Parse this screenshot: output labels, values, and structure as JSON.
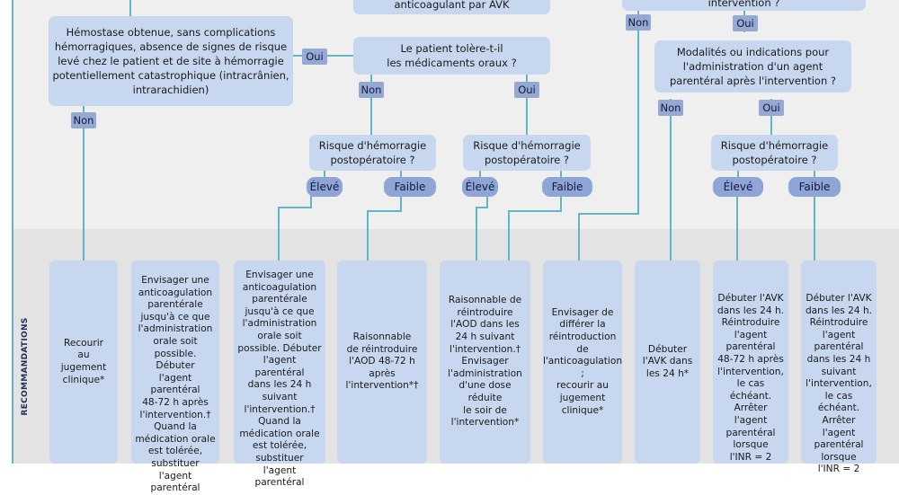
{
  "side_label": "RECOMMANDATIONS",
  "boxes": {
    "avk_top": "anticoagulant par AVK",
    "right_top": "intervention ?",
    "hemostase": "Hémostase obtenue, sans complications\nhémorragiques, absence de signes de risque\nlevé chez le patient et de site à hémorragie\npotentiellement catastrophique (intracrânien,\nintrarachidien)",
    "tolere": "Le patient tolère-t-il\nles médicaments oraux ?",
    "modalites": "Modalités ou indications pour\nl'administration d'un agent\nparentéral après l'intervention ?",
    "risque1": "Risque d'hémorragie\npostopératoire ?",
    "risque2": "Risque d'hémorragie\npostopératoire ?",
    "risque3": "Risque d'hémorragie\npostopératoire ?"
  },
  "labels": {
    "non_a": "Non",
    "oui_a": "Oui",
    "non_b": "Non",
    "oui_b": "Oui",
    "non_c": "Non",
    "oui_c": "Oui",
    "non_d": "Non",
    "oui_d": "Oui"
  },
  "pills": {
    "eleve1": "Élevé",
    "faible1": "Faible",
    "eleve2": "Élevé",
    "faible2": "Faible",
    "eleve3": "Élevé",
    "faible3": "Faible"
  },
  "recommendations": [
    "Recourir\nau\njugement\nclinique*",
    "Envisager une\nanticoagulation\nparentérale\njusqu'à ce que\nl'administration\norale soit\npossible. Débuter\nl'agent parentéral\n48-72 h après\nl'intervention.†\nQuand la\nmédication orale\nest tolérée,\nsubstituer\nl'agent\nparentéral",
    "Envisager une\nanticoagulation\nparentérale\njusqu'à ce que\nl'administration\norale soit\npossible. Débuter\nl'agent parentéral\ndans les 24 h\nsuivant\nl'intervention.†\nQuand la\nmédication orale\nest tolérée,\nsubstituer\nl'agent parentéral",
    "Raisonnable\nde réintroduire\nl'AOD 48-72 h\naprès\nl'intervention*†",
    "Raisonnable de\nréintroduire\nl'AOD  dans les\n24 h suivant\nl'intervention.†\nEnvisager\nl'administration\nd'une dose réduite\nle soir de\nl'intervention*",
    "Envisager de\ndifférer la\nréintroduction de\nl'anticoagulation ;\nrecourir au\njugement\nclinique*",
    "Débuter\nl'AVK dans\nles 24 h*",
    "Débuter l'AVK\ndans les 24 h.\nRéintroduire\nl'agent\nparentéral\n48-72 h après\nl'intervention,\nle cas échéant.\nArrêter l'agent\nparentéral\nlorsque\nl'INR = 2",
    "Débuter l'AVK\ndans les 24 h.\nRéintroduire\nl'agent\nparentéral\ndans les 24 h\nsuivant\nl'intervention,\nle cas échéant.\nArrêter l'agent\nparentéral\nlorsque\nl'INR = 2"
  ],
  "colors": {
    "line": "#5fb6c9",
    "box": "#c7d7ef",
    "label": "#97a8d2",
    "pill": "#8fa5d6"
  }
}
